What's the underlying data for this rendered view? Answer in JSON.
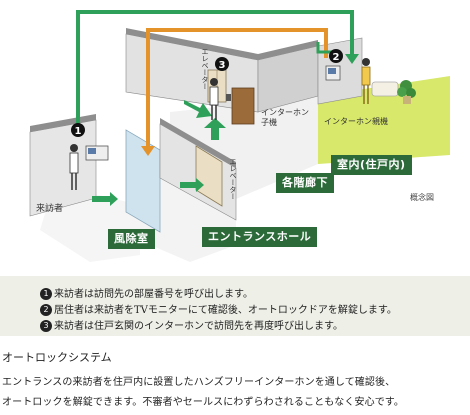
{
  "labels": {
    "room": "室内(住戸内)",
    "corridor": "各階廊下",
    "hall": "エントランスホール",
    "vestibule": "風除室",
    "visitor": "来訪者",
    "intercom_sub_1": "インターホン",
    "intercom_sub_2": "子機",
    "intercom_main": "インターホン親機",
    "concept": "概念図",
    "elevator_upper": "エレベーター",
    "elevator_lower": "エレベーター"
  },
  "markers": [
    "1",
    "2",
    "3"
  ],
  "notes": [
    {
      "num": "1",
      "text": "来訪者は訪問先の部屋番号を呼び出します。"
    },
    {
      "num": "2",
      "text": "居住者は来訪者をTVモニターにて確認後、オートロックドアを解錠します。"
    },
    {
      "num": "3",
      "text": "来訪者は住戸玄関のインターホンで訪問先を再度呼び出します。"
    }
  ],
  "section_title": "オートロックシステム",
  "description": [
    "エントランスの来訪者を住戸内に設置したハンズフリーインターホンを通して確認後、",
    "オートロックを解錠できます。不審者やセールスにわずらわされることもなく安心です。"
  ],
  "colors": {
    "label_bg": "#2c6a3a",
    "path_green": "#2fa05a",
    "path_orange": "#e3932a",
    "floor_room": "#d8e86a",
    "notes_bg": "#eef0e8"
  }
}
